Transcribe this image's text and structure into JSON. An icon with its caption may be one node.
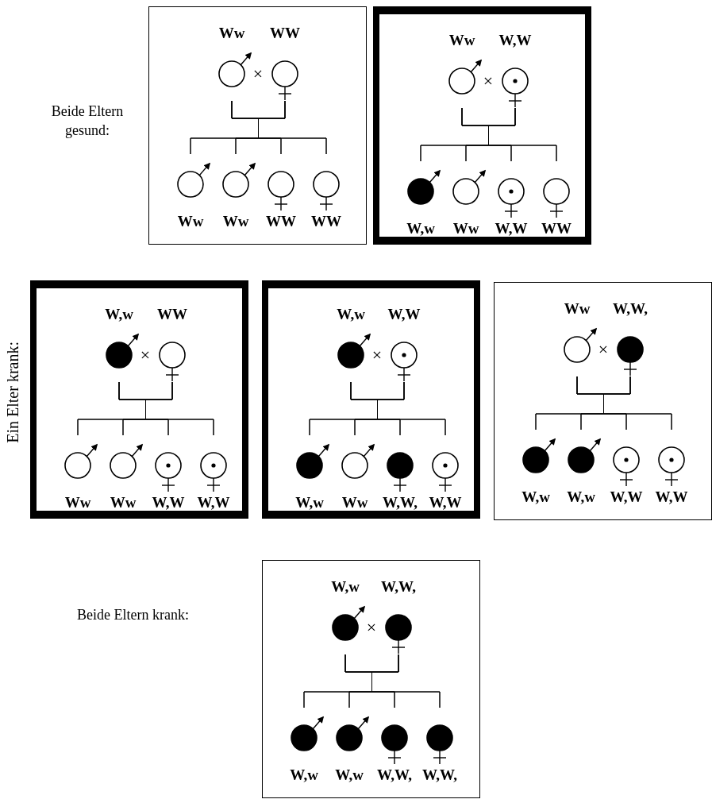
{
  "diagram": {
    "nodes": [
      {
        "text": [],
        "shape": "box"
      },
      {
        "text": [],
        "shape": "circle",
        "beside": [
          "Ww"
        ],
        "in": 0
      },
      {
        "text": [],
        "shape": "circle",
        "beside": [
          "WW"
        ],
        "in": 0
      },
      {
        "text": [],
        "shape": "circle",
        "beside": [
          "Ww"
        ],
        "in": 0
      },
      {
        "text": [],
        "shape": "circle",
        "beside": [
          "Ww"
        ],
        "in": 0
      },
      {
        "text": [],
        "shape": "circle",
        "beside": [
          "WW"
        ],
        "in": 0
      },
      {
        "text": [],
        "shape": "circle",
        "beside": [
          "WW"
        ],
        "in": 0
      },
      {
        "text": [],
        "shape": "box"
      },
      {
        "text": [],
        "shape": "circle",
        "beside": [
          "Ww"
        ],
        "in": 7
      },
      {
        "text": [],
        "shape": "circle",
        "beside": [
          "W,W"
        ],
        "in": 7
      },
      {
        "text": [],
        "shape": "circle",
        "beside": [
          "W,w"
        ],
        "in": 7
      },
      {
        "text": [],
        "shape": "circle",
        "beside": [
          "Ww"
        ],
        "in": 7
      },
      {
        "text": [],
        "shape": "circle",
        "beside": [
          "W,W"
        ],
        "in": 7
      },
      {
        "text": [],
        "shape": "circle",
        "beside": [
          "WW"
        ],
        "in": 7
      },
      {
        "text": [],
        "shape": "box"
      },
      {
        "text": [],
        "shape": "circle",
        "beside": [
          "W,w"
        ],
        "in": 14
      },
      {
        "text": [],
        "shape": "circle",
        "beside": [
          "WW"
        ],
        "in": 14
      },
      {
        "text": [],
        "shape": "circle",
        "beside": [
          "Ww"
        ],
        "in": 14
      },
      {
        "text": [],
        "shape": "circle",
        "beside": [
          "Ww"
        ],
        "in": 14
      },
      {
        "text": [],
        "shape": "circle",
        "beside": [
          "W,W"
        ],
        "in": 14
      },
      {
        "text": [],
        "shape": "circle",
        "beside": [
          "W,W"
        ],
        "in": 14
      },
      {
        "text": [],
        "shape": "box"
      },
      {
        "text": [],
        "shape": "circle",
        "beside": [
          "W,w"
        ],
        "in": 21
      },
      {
        "text": [],
        "shape": "circle",
        "beside": [
          "W,W"
        ],
        "in": 21
      },
      {
        "text": [],
        "shape": "circle",
        "beside": [
          "W,w"
        ],
        "in": 21
      },
      {
        "text": [],
        "shape": "circle",
        "beside": [
          "Ww"
        ],
        "in": 21
      },
      {
        "text": [],
        "shape": "circle",
        "beside": [
          "W,W,"
        ],
        "in": 21
      },
      {
        "text": [],
        "shape": "circle",
        "beside": [
          "W,W"
        ],
        "in": 21
      },
      {
        "text": [],
        "shape": "box"
      },
      {
        "text": [],
        "shape": "circle",
        "beside": [
          "Ww"
        ],
        "in": 28
      },
      {
        "text": [],
        "shape": "circle",
        "beside": [
          "W,W,"
        ],
        "in": 28
      },
      {
        "text": [],
        "shape": "circle",
        "beside": [
          "W,w"
        ],
        "in": 28
      },
      {
        "text": [],
        "shape": "circle",
        "beside": [
          "W,w"
        ],
        "in": 28
      },
      {
        "text": [],
        "shape": "circle",
        "beside": [
          "W,W"
        ],
        "in": 28
      },
      {
        "text": [],
        "shape": "circle",
        "beside": [
          "W,W"
        ],
        "in": 28
      },
      {
        "text": [],
        "shape": "box"
      },
      {
        "text": [],
        "shape": "circle",
        "beside": [
          "W,w"
        ],
        "in": 35
      },
      {
        "text": [],
        "shape": "circle",
        "beside": [
          "W,W,"
        ],
        "in": 35
      },
      {
        "text": [],
        "shape": "circle",
        "beside": [
          "W,w"
        ],
        "in": 35
      },
      {
        "text": [],
        "shape": "circle",
        "beside": [
          "W,w"
        ],
        "in": 35
      },
      {
        "text": [],
        "shape": "circle",
        "beside": [
          "W,W,"
        ],
        "in": 35
      },
      {
        "text": [],
        "shape": "circle",
        "beside": [
          "W,W,"
        ],
        "in": 35
      }
    ],
    "edges": [
      {
        "from": 1,
        "to": 3,
        "arrow": "none"
      },
      {
        "from": 1,
        "to": 4,
        "arrow": "none"
      },
      {
        "from": 1,
        "to": 5,
        "arrow": "none"
      },
      {
        "from": 1,
        "to": 6,
        "arrow": "none"
      },
      {
        "from": 2,
        "to": 3,
        "arrow": "none"
      },
      {
        "from": 2,
        "to": 4,
        "arrow": "none"
      },
      {
        "from": 2,
        "to": 5,
        "arrow": "none"
      },
      {
        "from": 2,
        "to": 6,
        "arrow": "none"
      },
      {
        "from": 8,
        "to": 10,
        "arrow": "none"
      },
      {
        "from": 8,
        "to": 11,
        "arrow": "none"
      },
      {
        "from": 8,
        "to": 12,
        "arrow": "none"
      },
      {
        "from": 8,
        "to": 13,
        "arrow": "none"
      },
      {
        "from": 9,
        "to": 10,
        "arrow": "none"
      },
      {
        "from": 9,
        "to": 11,
        "arrow": "none"
      },
      {
        "from": 9,
        "to": 12,
        "arrow": "none"
      },
      {
        "from": 9,
        "to": 13,
        "arrow": "none"
      },
      {
        "from": 15,
        "to": 17,
        "arrow": "none"
      },
      {
        "from": 15,
        "to": 18,
        "arrow": "none"
      },
      {
        "from": 15,
        "to": 19,
        "arrow": "none"
      },
      {
        "from": 15,
        "to": 20,
        "arrow": "none"
      },
      {
        "from": 16,
        "to": 17,
        "arrow": "none"
      },
      {
        "from": 16,
        "to": 18,
        "arrow": "none"
      },
      {
        "from": 16,
        "to": 19,
        "arrow": "none"
      },
      {
        "from": 16,
        "to": 20,
        "arrow": "none"
      },
      {
        "from": 22,
        "to": 24,
        "arrow": "none"
      },
      {
        "from": 22,
        "to": 25,
        "arrow": "none"
      },
      {
        "from": 22,
        "to": 26,
        "arrow": "none"
      },
      {
        "from": 22,
        "to": 27,
        "arrow": "none"
      },
      {
        "from": 23,
        "to": 24,
        "arrow": "none"
      },
      {
        "from": 23,
        "to": 25,
        "arrow": "none"
      },
      {
        "from": 23,
        "to": 26,
        "arrow": "none"
      },
      {
        "from": 23,
        "to": 27,
        "arrow": "none"
      },
      {
        "from": 29,
        "to": 31,
        "arrow": "none"
      },
      {
        "from": 29,
        "to": 32,
        "arrow": "none"
      },
      {
        "from": 29,
        "to": 33,
        "arrow": "none"
      },
      {
        "from": 29,
        "to": 34,
        "arrow": "none"
      },
      {
        "from": 30,
        "to": 31,
        "arrow": "none"
      },
      {
        "from": 30,
        "to": 32,
        "arrow": "none"
      },
      {
        "from": 30,
        "to": 33,
        "arrow": "none"
      },
      {
        "from": 30,
        "to": 34,
        "arrow": "none"
      },
      {
        "from": 36,
        "to": 38,
        "arrow": "none"
      },
      {
        "from": 36,
        "to": 39,
        "arrow": "none"
      },
      {
        "from": 36,
        "to": 40,
        "arrow": "none"
      },
      {
        "from": 36,
        "to": 41,
        "arrow": "none"
      },
      {
        "from": 37,
        "to": 38,
        "arrow": "none"
      },
      {
        "from": 37,
        "to": 39,
        "arrow": "none"
      },
      {
        "from": 37,
        "to": 40,
        "arrow": "none"
      },
      {
        "from": 37,
        "to": 41,
        "arrow": "none"
      }
    ],
    "labels": [
      "Beide Eltern gesund:",
      "×",
      "×",
      "Ein Elter krank:",
      "×",
      "×",
      "×",
      "Beide Eltern krank:",
      "×"
    ]
  }
}
